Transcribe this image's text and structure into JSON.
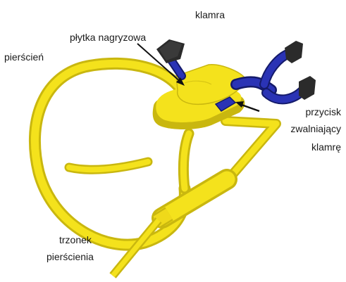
{
  "labels": {
    "klamra": "klamra",
    "plytka": "płytka nagryzowa",
    "pierscien": "pierścień",
    "przycisk_line1": "przycisk",
    "przycisk_line2": "zwalniający",
    "przycisk_line3": "klamrę",
    "trzonek_line1": "trzonek",
    "trzonek_line2": "pierścienia"
  },
  "colors": {
    "yellow": "#f4e21c",
    "yellow_shade": "#c9b70f",
    "blue": "#2a33b5",
    "blue_dark": "#141a6a",
    "pad": "#2b2b2b",
    "text": "#1a1a1a",
    "arrow": "#111111"
  }
}
